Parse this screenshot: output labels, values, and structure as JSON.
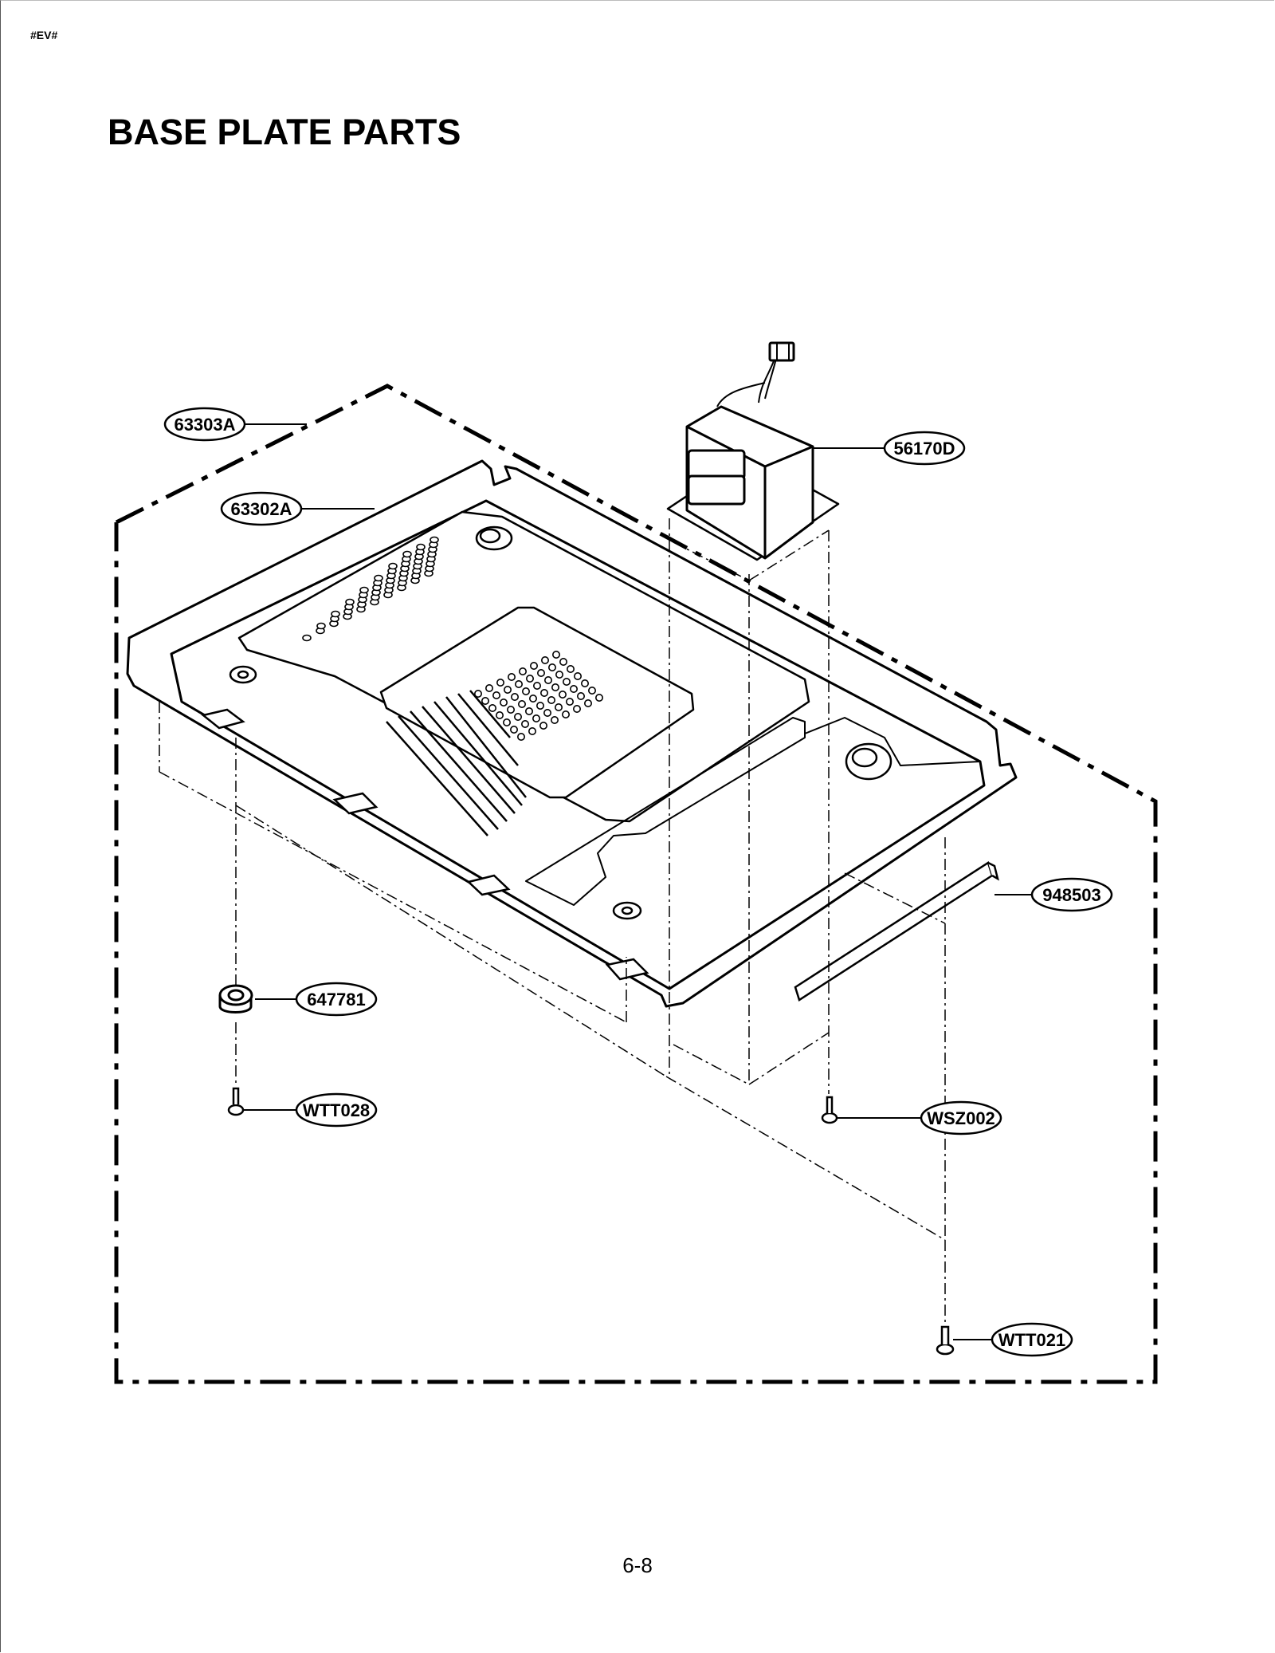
{
  "header_code": "#EV#",
  "title": "BASE PLATE PARTS",
  "page_number": "6-8",
  "callouts": [
    {
      "id": "63303A"
    },
    {
      "id": "63302A"
    },
    {
      "id": "56170D"
    },
    {
      "id": "948503"
    },
    {
      "id": "647781"
    },
    {
      "id": "WTT028"
    },
    {
      "id": "WSZ002"
    },
    {
      "id": "WTT021"
    }
  ]
}
